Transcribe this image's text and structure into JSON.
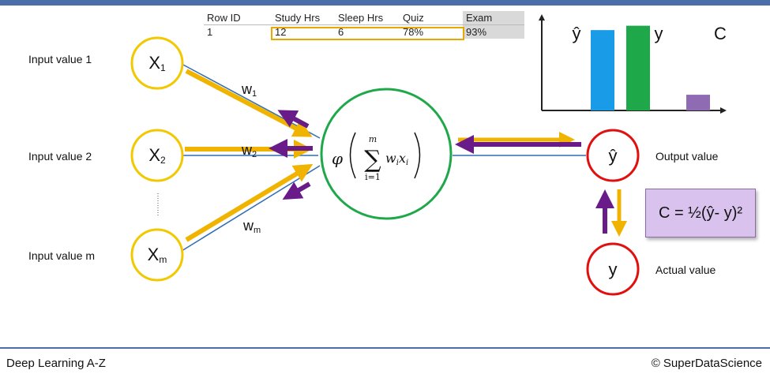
{
  "table": {
    "headers": [
      "Row ID",
      "Study Hrs",
      "Sleep Hrs",
      "Quiz",
      "Exam"
    ],
    "row": [
      "1",
      "12",
      "6",
      "78%",
      "93%"
    ]
  },
  "inputs": {
    "labels": [
      "Input value 1",
      "Input value 2",
      "Input value m"
    ],
    "nodes": [
      {
        "base": "X",
        "sub": "1"
      },
      {
        "base": "X",
        "sub": "2"
      },
      {
        "base": "X",
        "sub": "m"
      }
    ]
  },
  "weights": [
    {
      "base": "w",
      "sub": "1"
    },
    {
      "base": "w",
      "sub": "2"
    },
    {
      "base": "w",
      "sub": "m"
    }
  ],
  "neuron": {
    "phi": "φ",
    "sum_upper": "m",
    "sum_lower": "i=1",
    "term_w": "w",
    "term_w_sub": "i",
    "term_x": "x",
    "term_x_sub": "i"
  },
  "output": {
    "node_label": "ŷ",
    "label": "Output value"
  },
  "actual": {
    "node_label": "y",
    "label": "Actual value"
  },
  "cost_formula": "C = ½(ŷ- y)²",
  "chart_data": {
    "type": "bar",
    "categories": [
      "ŷ",
      "y",
      "C"
    ],
    "values": [
      0.92,
      0.97,
      0.18
    ],
    "colors": [
      "#1a9be8",
      "#1fa84a",
      "#8e6bb3"
    ],
    "ylim": [
      0,
      1.12
    ],
    "grid": false
  },
  "footer": {
    "left": "Deep Learning A-Z",
    "right": "© SuperDataScience"
  },
  "colors": {
    "input_circle": "#f2c800",
    "neuron_circle": "#1fa84a",
    "output_circle": "#e01010",
    "arrow_gold": "#f0b400",
    "arrow_purple": "#6a1b8a",
    "line_blue": "#2f6db5",
    "accent_bar": "#4a6ea9"
  }
}
